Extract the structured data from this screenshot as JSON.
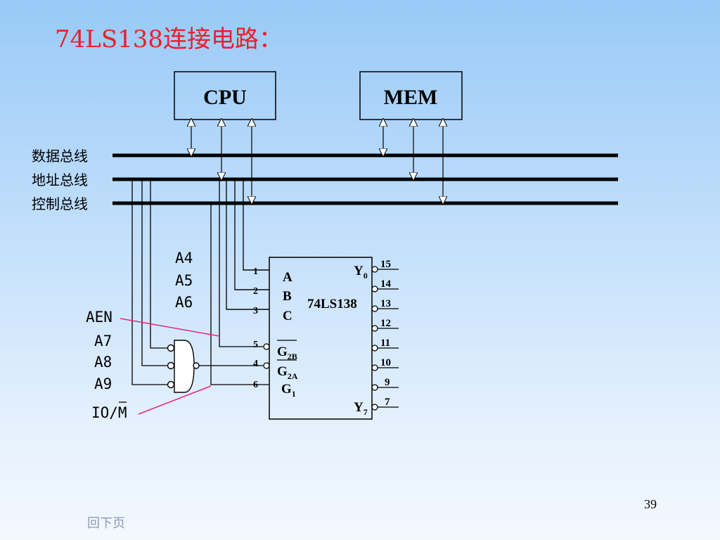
{
  "title": "74LS138连接电路：",
  "blocks": {
    "cpu": "CPU",
    "mem": "MEM"
  },
  "buses": {
    "data": "数据总线",
    "address": "地址总线",
    "control": "控制总线"
  },
  "signals": {
    "a4": "A4",
    "a5": "A5",
    "a6": "A6",
    "aen": "AEN",
    "a7": "A7",
    "a8": "A8",
    "a9": "A9",
    "iom": "IO/M"
  },
  "chip": {
    "name": "74LS138",
    "inputs": {
      "a": "A",
      "b": "B",
      "c": "C"
    },
    "enables": {
      "g2b": "G",
      "g2b_sub": "2B",
      "g2a": "G",
      "g2a_sub": "2A",
      "g1": "G",
      "g1_sub": "1"
    },
    "outputs": {
      "y0": "Y",
      "y0_sub": "0",
      "y7": "Y",
      "y7_sub": "7"
    },
    "input_pins": [
      "1",
      "2",
      "3",
      "5",
      "4",
      "6"
    ],
    "output_pins": [
      "15",
      "14",
      "13",
      "12",
      "11",
      "10",
      "9",
      "7"
    ]
  },
  "page_number": "39",
  "nav": {
    "back": "回下页"
  },
  "colors": {
    "title": "#e8202a",
    "annotation_line": "#e6267b",
    "bus": "#000000"
  }
}
